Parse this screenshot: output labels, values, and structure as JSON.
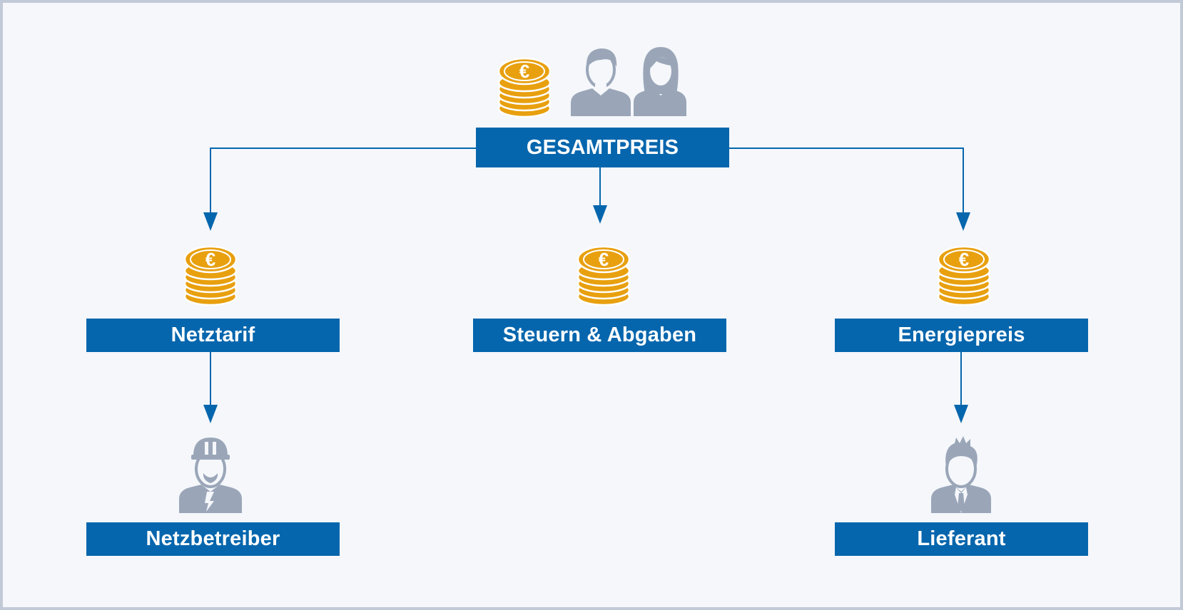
{
  "diagram": {
    "root": {
      "label": "GESAMTPREIS"
    },
    "components": [
      {
        "label": "Netztarif"
      },
      {
        "label": "Steuern & Abgaben"
      },
      {
        "label": "Energiepreis"
      }
    ],
    "actors": [
      {
        "label": "Netzbetreiber"
      },
      {
        "label": "Lieferant"
      }
    ]
  },
  "colors": {
    "box": "#0566ad",
    "arrow": "#0566ad",
    "coin": "#e8a00f",
    "person": "#9aa6b8",
    "background": "#f5f7fb",
    "frame": "#c2cad8"
  },
  "icons": [
    "euro-coins-icon",
    "man-icon",
    "woman-icon",
    "worker-hardhat-icon",
    "businessman-icon"
  ]
}
